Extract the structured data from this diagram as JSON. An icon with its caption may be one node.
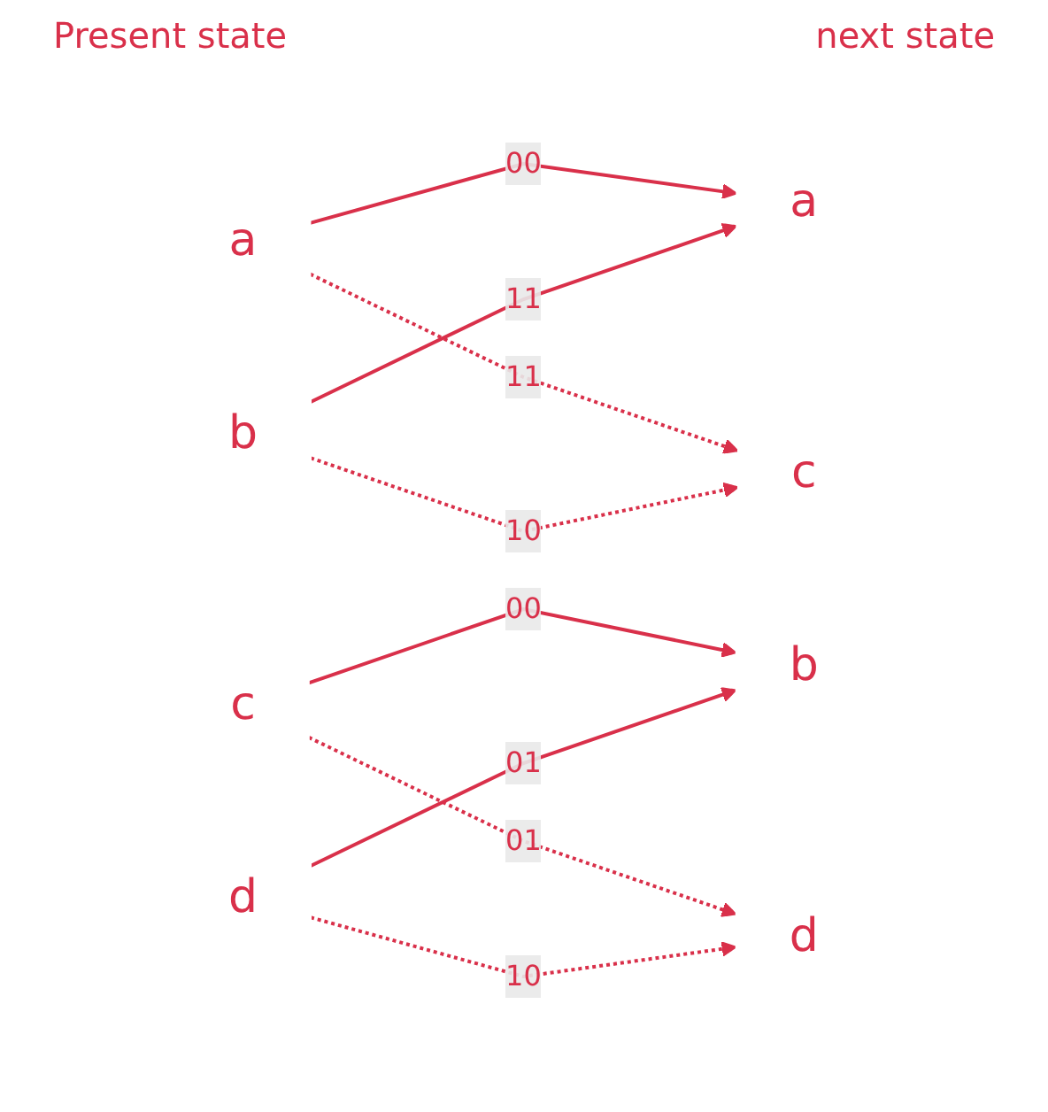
{
  "diagram": {
    "nodes": [
      {
        "text": [
          "a"
        ]
      },
      {
        "text": [
          "b"
        ]
      },
      {
        "text": [
          "c"
        ]
      },
      {
        "text": [
          "d"
        ]
      },
      {
        "text": [
          "a"
        ]
      },
      {
        "text": [
          "b"
        ]
      },
      {
        "text": [
          "c"
        ]
      },
      {
        "text": [
          "d"
        ]
      }
    ],
    "edges": [
      {
        "from": 0,
        "to": 4,
        "arrow": "to",
        "label": "00"
      },
      {
        "from": 1,
        "to": 4,
        "arrow": "to",
        "label": "11"
      },
      {
        "from": 0,
        "to": 6,
        "arrow": "to",
        "label": "11",
        "style": "dashed"
      },
      {
        "from": 1,
        "to": 6,
        "arrow": "to",
        "label": "10",
        "style": "dashed"
      },
      {
        "from": 2,
        "to": 5,
        "arrow": "to",
        "label": "00"
      },
      {
        "from": 3,
        "to": 5,
        "arrow": "to",
        "label": "01"
      },
      {
        "from": 2,
        "to": 7,
        "arrow": "to",
        "label": "01",
        "style": "dashed"
      },
      {
        "from": 3,
        "to": 7,
        "arrow": "to",
        "label": "10",
        "style": "dashed"
      }
    ],
    "labels": [
      "Present state",
      "next state"
    ]
  }
}
